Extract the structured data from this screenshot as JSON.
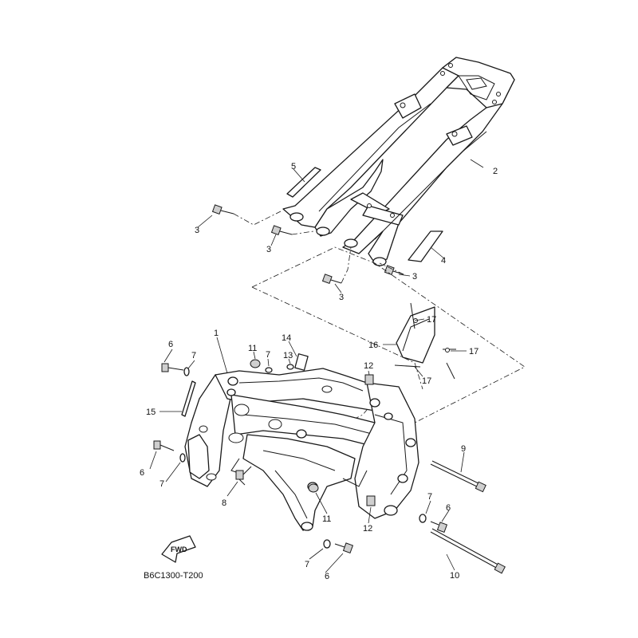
{
  "diagram": {
    "drawing_code": "B6C1300-T200",
    "fwd_label": "FWD",
    "callouts": [
      {
        "id": "c1",
        "text": "1"
      },
      {
        "id": "c2",
        "text": "2"
      },
      {
        "id": "c3a",
        "text": "3"
      },
      {
        "id": "c3b",
        "text": "3"
      },
      {
        "id": "c3c",
        "text": "3"
      },
      {
        "id": "c3d",
        "text": "3"
      },
      {
        "id": "c4",
        "text": "4"
      },
      {
        "id": "c5",
        "text": "5"
      },
      {
        "id": "c6a",
        "text": "6"
      },
      {
        "id": "c6b",
        "text": "6"
      },
      {
        "id": "c6c",
        "text": "6"
      },
      {
        "id": "c6d",
        "text": "6"
      },
      {
        "id": "c7a",
        "text": "7"
      },
      {
        "id": "c7b",
        "text": "7"
      },
      {
        "id": "c7c",
        "text": "7"
      },
      {
        "id": "c7d",
        "text": "7"
      },
      {
        "id": "c7e",
        "text": "7"
      },
      {
        "id": "c8",
        "text": "8"
      },
      {
        "id": "c9",
        "text": "9"
      },
      {
        "id": "c10",
        "text": "10"
      },
      {
        "id": "c11a",
        "text": "11"
      },
      {
        "id": "c11b",
        "text": "11"
      },
      {
        "id": "c12a",
        "text": "12"
      },
      {
        "id": "c12b",
        "text": "12"
      },
      {
        "id": "c13",
        "text": "13"
      },
      {
        "id": "c14",
        "text": "14"
      },
      {
        "id": "c15",
        "text": "15"
      },
      {
        "id": "c16",
        "text": "16"
      },
      {
        "id": "c17a",
        "text": "17"
      },
      {
        "id": "c17b",
        "text": "17"
      },
      {
        "id": "c17c",
        "text": "17"
      }
    ]
  }
}
